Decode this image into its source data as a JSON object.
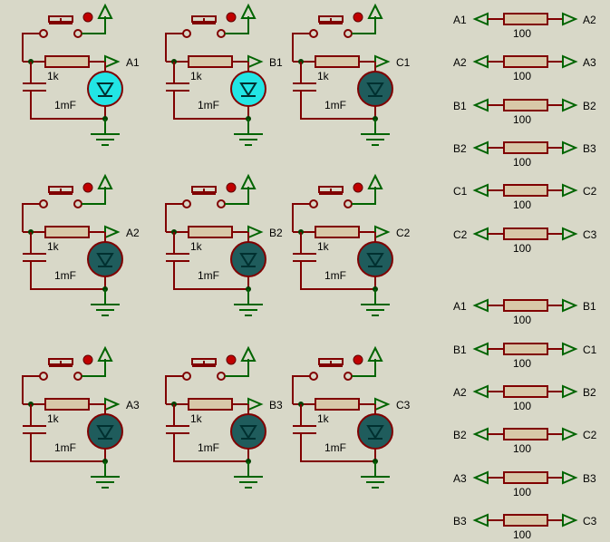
{
  "colors": {
    "background": "#d8d8c8",
    "wire": "#800000",
    "wire_green": "#006400",
    "resistor_fill": "#d8c8a8",
    "led_on": "#22e5e5",
    "led_off": "#1f5c5c",
    "junction": "#004000"
  },
  "cells": [
    {
      "net": "A1",
      "r": "1k",
      "c": "1mF",
      "led_on": true
    },
    {
      "net": "B1",
      "r": "1k",
      "c": "1mF",
      "led_on": true
    },
    {
      "net": "C1",
      "r": "1k",
      "c": "1mF",
      "led_on": false
    },
    {
      "net": "A2",
      "r": "1k",
      "c": "1mF",
      "led_on": false
    },
    {
      "net": "B2",
      "r": "1k",
      "c": "1mF",
      "led_on": false
    },
    {
      "net": "C2",
      "r": "1k",
      "c": "1mF",
      "led_on": false
    },
    {
      "net": "A3",
      "r": "1k",
      "c": "1mF",
      "led_on": false
    },
    {
      "net": "B3",
      "r": "1k",
      "c": "1mF",
      "led_on": false
    },
    {
      "net": "C3",
      "r": "1k",
      "c": "1mF",
      "led_on": false
    }
  ],
  "links": [
    {
      "left": "A1",
      "right": "A2",
      "r": "100"
    },
    {
      "left": "A2",
      "right": "A3",
      "r": "100"
    },
    {
      "left": "B1",
      "right": "B2",
      "r": "100"
    },
    {
      "left": "B2",
      "right": "B3",
      "r": "100"
    },
    {
      "left": "C1",
      "right": "C2",
      "r": "100"
    },
    {
      "left": "C2",
      "right": "C3",
      "r": "100"
    },
    {
      "left": "A1",
      "right": "B1",
      "r": "100"
    },
    {
      "left": "B1",
      "right": "C1",
      "r": "100"
    },
    {
      "left": "A2",
      "right": "B2",
      "r": "100"
    },
    {
      "left": "B2",
      "right": "C2",
      "r": "100"
    },
    {
      "left": "A3",
      "right": "B3",
      "r": "100"
    },
    {
      "left": "B3",
      "right": "C3",
      "r": "100"
    }
  ]
}
